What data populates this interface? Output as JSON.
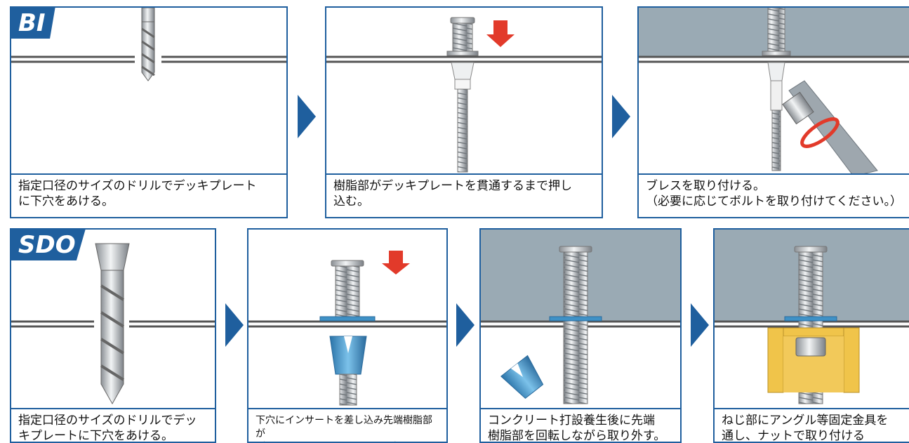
{
  "colors": {
    "frame": "#1f5f9e",
    "concrete": "#9aaab4",
    "deck": "#5a5a5a",
    "arrow": "#e23a2a",
    "angle_bracket": "#f0c44a",
    "resin": "#3f91c6"
  },
  "bi": {
    "badge": "BI",
    "steps": [
      {
        "caption": "指定口径のサイズのドリルでデッキプレート\nに下穴をあける。"
      },
      {
        "caption": "樹脂部がデッキプレートを貫通するまで押し\n込む。"
      },
      {
        "caption": "ブレスを取り付ける。\n（必要に応じてボルトを取り付けてください。）"
      }
    ]
  },
  "sdo": {
    "badge": "SDO",
    "steps": [
      {
        "caption": "指定口径のサイズのドリルでデッ\nキプレートに下穴をあける。"
      },
      {
        "caption": "下穴にインサートを差し込み先端樹脂部が\nデッキプレートを貫通するまで押し込む。"
      },
      {
        "caption": "コンクリート打設養生後に先端\n樹脂部を回転しながら取り外す。"
      },
      {
        "caption": "ねじ部にアングル等固定金具を\n通し、ナットで取り付ける"
      }
    ]
  }
}
